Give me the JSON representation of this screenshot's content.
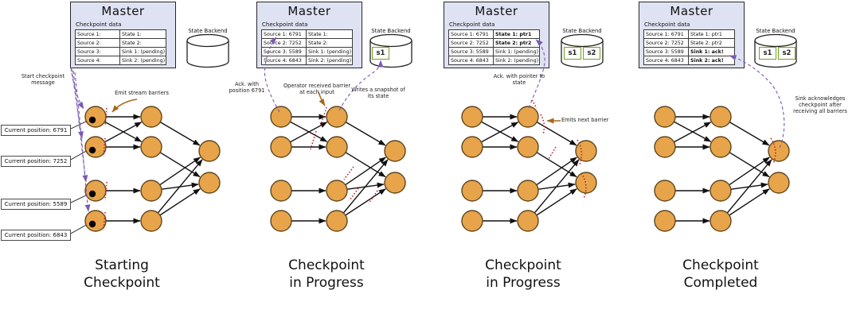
{
  "colors": {
    "node_fill": "#E7A44A",
    "node_stroke": "#5f461d",
    "edge_black": "#111111",
    "master_fill": "#dfe2f2",
    "purple": "#7a5ab0",
    "barrier_red": "#c0202a",
    "annotation_brown": "#a5691d",
    "sbox_green": "#6fa21f"
  },
  "panels": [
    {
      "caption": {
        "line1": "Starting",
        "line2": "Checkpoint"
      },
      "master": {
        "title": "Master",
        "subtitle": "Checkpoint data",
        "rows": [
          [
            "Source 1:",
            "State 1:"
          ],
          [
            "Source 2:",
            "State 2:"
          ],
          [
            "Source 3:",
            "Sink 1: (pending)"
          ],
          [
            "Source 4:",
            "Sink 2: (pending)"
          ]
        ]
      },
      "backend": {
        "label": "State Backend",
        "items": []
      },
      "annotations": {
        "start_msg": "Start checkpoint message",
        "emit_barriers": "Emit stream barriers"
      },
      "source_labels": [
        "Current position: 6791",
        "Current position: 7252",
        "Current position: 5589",
        "Current position: 6843"
      ]
    },
    {
      "caption": {
        "line1": "Checkpoint",
        "line2": "in Progress"
      },
      "master": {
        "title": "Master",
        "subtitle": "Checkpoint data",
        "rows": [
          [
            "Source 1: 6791",
            "State 1:"
          ],
          [
            "Source 2: 7252",
            "State 2:"
          ],
          [
            "Source 3: 5589",
            "Sink 1: (pending)"
          ],
          [
            "Source 4: 6843",
            "Sink 2: (pending)"
          ]
        ]
      },
      "backend": {
        "label": "State Backend",
        "items": [
          "s1"
        ]
      },
      "annotations": {
        "ack": "Ack. with position 6791",
        "operator": "Operator received barrier at each input",
        "writes": "Writes a snapshot of its state"
      }
    },
    {
      "caption": {
        "line1": "Checkpoint",
        "line2": "in Progress"
      },
      "master": {
        "title": "Master",
        "subtitle": "Checkpoint data",
        "rows": [
          [
            "Source 1: 6791",
            "State 1: ptr1"
          ],
          [
            "Source 2: 7252",
            "State 2: ptr2"
          ],
          [
            "Source 3: 5589",
            "Sink 1: (pending)"
          ],
          [
            "Source 4: 6843",
            "Sink 2: (pending)"
          ]
        ]
      },
      "backend": {
        "label": "State Backend",
        "items": [
          "s1",
          "s2"
        ]
      },
      "annotations": {
        "ack": "Ack. with pointer to state",
        "emits": "Emits next barrier"
      }
    },
    {
      "caption": {
        "line1": "Checkpoint",
        "line2": "Completed"
      },
      "master": {
        "title": "Master",
        "subtitle": "Checkpoint data",
        "rows": [
          [
            "Source 1: 6791",
            "State 1: ptr1"
          ],
          [
            "Source 2: 7252",
            "State 2: ptr2"
          ],
          [
            "Source 3: 5589",
            "Sink 1: ack!"
          ],
          [
            "Source 4: 6843",
            "Sink 2: ack!"
          ]
        ]
      },
      "backend": {
        "label": "State Backend",
        "items": [
          "s1",
          "s2"
        ]
      },
      "annotations": {
        "sink_ack": "Sink acknowledges checkpoint after receiving all barriers"
      }
    }
  ]
}
